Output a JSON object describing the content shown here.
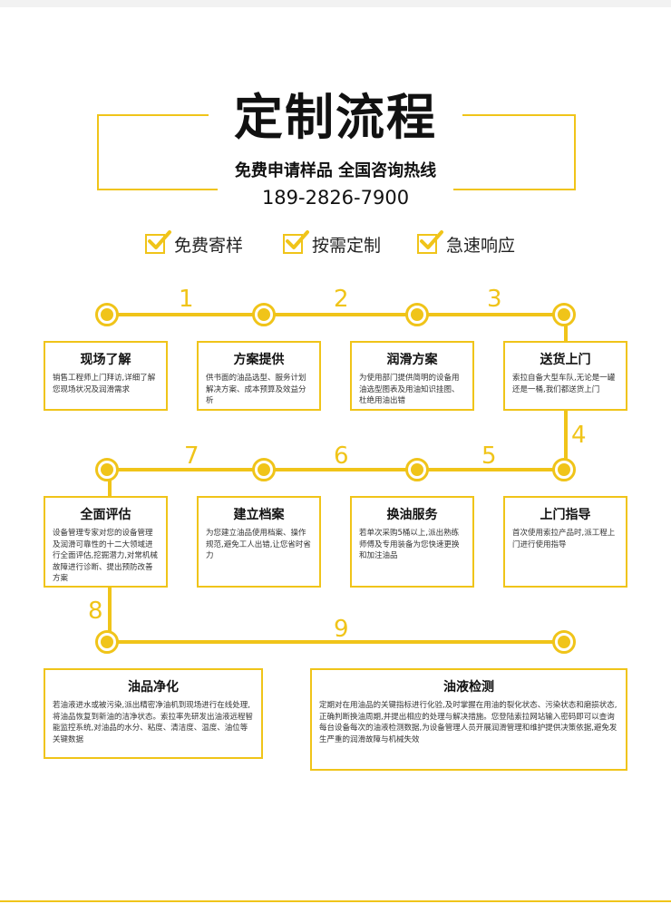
{
  "header": {
    "title": "定制流程",
    "subtitle": "免费申请样品 全国咨询热线",
    "phone": "189-2826-7900"
  },
  "features": [
    {
      "label": "免费寄样",
      "icon": "checkbox-check-icon"
    },
    {
      "label": "按需定制",
      "icon": "checkbox-check-icon"
    },
    {
      "label": "急速响应",
      "icon": "checkbox-check-icon"
    }
  ],
  "step_numbers": [
    "1",
    "2",
    "3",
    "4",
    "5",
    "6",
    "7",
    "8",
    "9"
  ],
  "steps": [
    {
      "title": "现场了解",
      "desc": "销售工程师上门拜访,详细了解您现场状况及润滑需求"
    },
    {
      "title": "方案提供",
      "desc": "供书面的油品选型、服务计划解决方案、成本预算及效益分析"
    },
    {
      "title": "润滑方案",
      "desc": "为使用部门提供简明的设备用油选型图表及用油知识挂图、杜绝用油出错"
    },
    {
      "title": "送货上门",
      "desc": "索拉自备大型车队,无论是一罐还是一桶,我们都送货上门"
    },
    {
      "title": "全面评估",
      "desc": "设备管理专家对您的设备管理及润滑可靠性的十二大领域进行全面评估,挖掘潜力,对常机械故障进行诊断、提出预防改善方案"
    },
    {
      "title": "建立档案",
      "desc": "为您建立油品使用档案、操作规范,避免工人出错,让您省时省力"
    },
    {
      "title": "换油服务",
      "desc": "若单次采购5桶以上,派出熟练师傅及专用装备为您快速更换和加注油品"
    },
    {
      "title": "上门指导",
      "desc": "首次使用索拉产品时,派工程上门进行使用指导"
    },
    {
      "title": "油品净化",
      "desc": "若油液进水或被污染,派出精密净油机到现场进行在线处理,将油品恢复到新油的洁净状态。索拉率先研发出油液远程智能监控系统,对油品的水分、粘度、清洁度、温度、油位等关键数据"
    },
    {
      "title": "油液检测",
      "desc": "定期对在用油品的关键指标进行化验,及时掌握在用油的裂化状态、污染状态和磨损状态,正确判断换油周期,并提出相应的处理与解决措施。您登陆索拉网站输入密码即可以查询每台设备每次的油液检测数据,为设备管理人员开展润滑管理和维护提供决策依据,避免发生严重的润滑故障与机械失效"
    }
  ],
  "colors": {
    "accent": "#f0c419",
    "text": "#222222"
  }
}
